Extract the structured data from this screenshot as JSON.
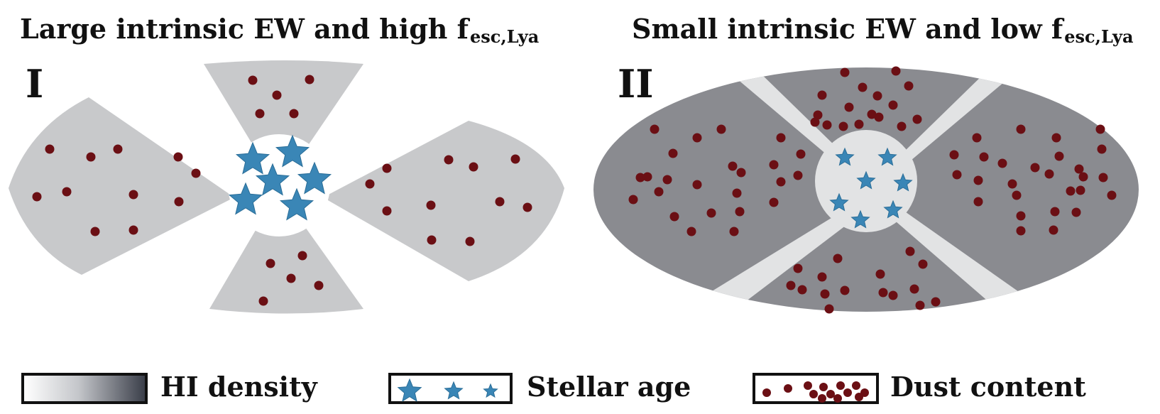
{
  "panel_left": {
    "title_main": "Large intrinsic EW and high f",
    "title_sub": "esc,Lya",
    "label": "I"
  },
  "panel_right": {
    "title_main": "Small intrinsic EW and low f",
    "title_sub": "esc,Lya",
    "label": "II"
  },
  "legend": {
    "hi_density": "HI density",
    "stellar_age": "Stellar age",
    "dust_content": "Dust content"
  },
  "colors": {
    "star": "#3a86b6",
    "dust": "#6b0f14",
    "gas_light": "#c8c9cb",
    "gas_dark": "#8a8b90",
    "channel": "#e2e3e4"
  }
}
